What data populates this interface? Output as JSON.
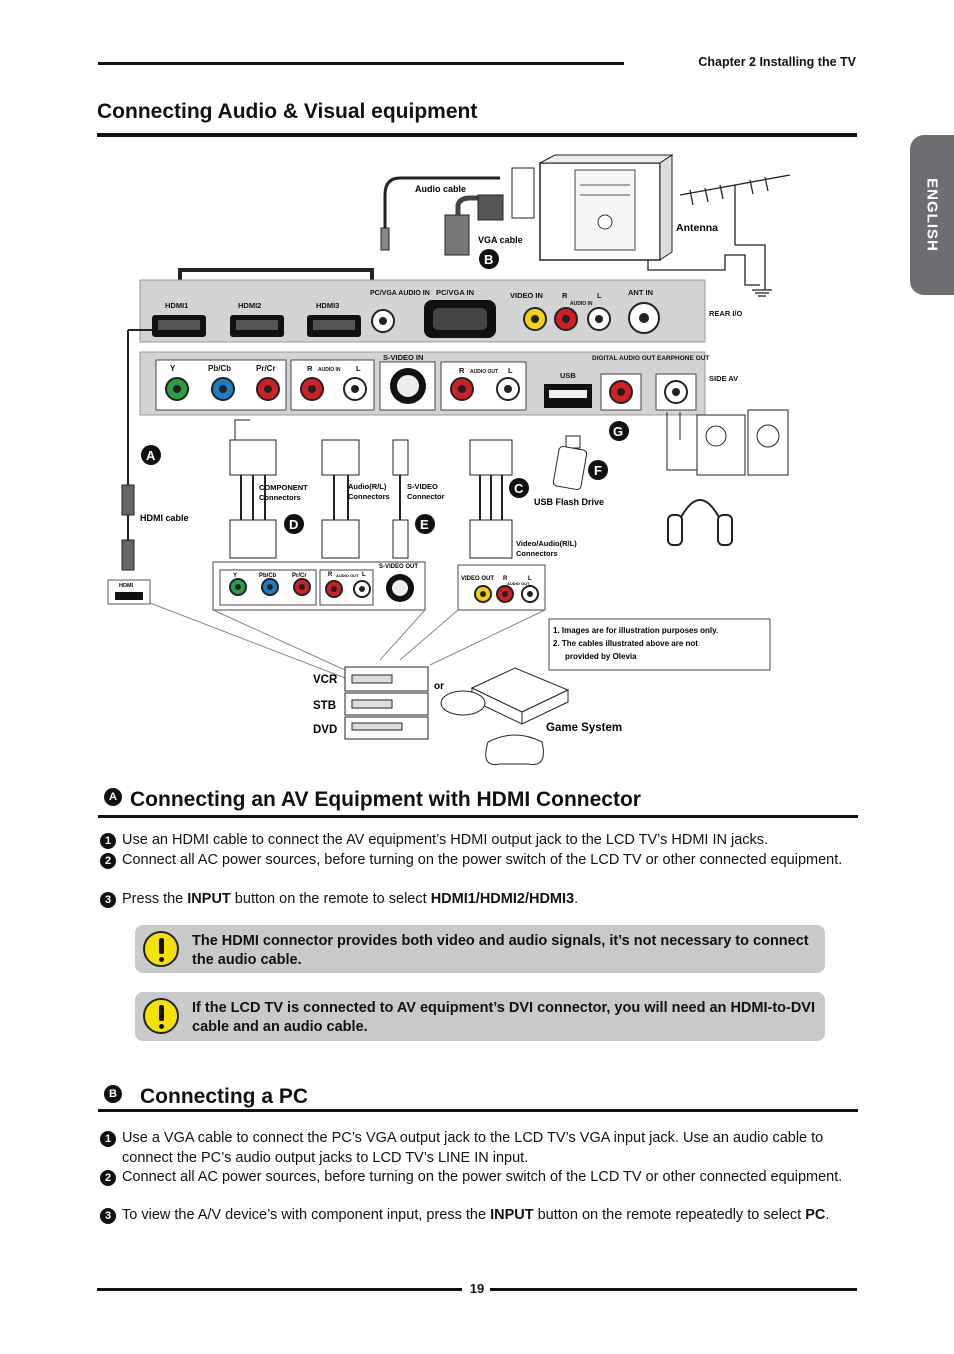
{
  "header": {
    "chapter": "Chapter 2 Installing the TV"
  },
  "side_tab": "ENGLISH",
  "page_title": "Connecting Audio & Visual equipment",
  "diagram": {
    "labels": {
      "audio_cable": "Audio cable",
      "vga_cable": "VGA cable",
      "antenna": "Antenna",
      "hdmi1": "HDMI1",
      "hdmi2": "HDMI2",
      "hdmi3": "HDMI3",
      "pcvga_audio_in": "PC/VGA AUDIO IN",
      "pcvga_in": "PC/VGA IN",
      "video_in": "VIDEO IN",
      "r": "R",
      "l": "L",
      "audio_in": "AUDIO IN",
      "ant_in": "ANT IN",
      "rear_io": "REAR I/O",
      "side_av": "SIDE AV",
      "svideo_in": "S-VIDEO IN",
      "audio_out": "AUDIO OUT",
      "usb": "USB",
      "digital_audio_out": "DIGITAL AUDIO OUT",
      "earphone_out": "EARPHONE OUT",
      "y": "Y",
      "pbcb": "Pb/Cb",
      "prcr": "Pr/Cr",
      "component_connectors": "COMPONENT Connectors",
      "audio_rl_connectors": "Audio(R/L) Connectors",
      "svideo_connector": "S-VIDEO Connector",
      "usb_flash_drive": "USB Flash Drive",
      "hdmi_cable": "HDMI cable",
      "hdmi": "HDMI",
      "video_audio_rl_connectors": "Video/Audio(R/L) Connectors",
      "svideo_out": "S-VIDEO OUT",
      "video_out": "VIDEO OUT",
      "vcr": "VCR",
      "stb": "STB",
      "dvd": "DVD",
      "or": "or",
      "game_system": "Game System",
      "note1": "1. Images are for illustration purposes only.",
      "note2": "2. The cables illustrated above are not",
      "note3": "provided by Olevia",
      "markers": [
        "A",
        "B",
        "C",
        "D",
        "E",
        "F",
        "G"
      ]
    }
  },
  "section_a": {
    "marker": "A",
    "title": "Connecting an AV Equipment with HDMI Connector",
    "steps": [
      {
        "n": "1",
        "text": "Use an HDMI cable to connect the AV equipment’s HDMI output jack to the LCD TV’s HDMI IN jacks."
      },
      {
        "n": "2",
        "text": "Connect all AC power sources, before turning on the power switch of the LCD TV or other connected equipment."
      },
      {
        "n": "3",
        "pre": "Press the ",
        "b1": "INPUT",
        "mid": " button on the remote to select ",
        "b2": "HDMI1/HDMI2/HDMI3",
        "post": "."
      }
    ],
    "notes": [
      "The HDMI connector provides both video and audio signals, it’s not necessary to connect the audio cable.",
      "If the LCD TV is connected to AV equipment’s DVI connector,  you will need an HDMI-to-DVI cable and an audio cable."
    ]
  },
  "section_b": {
    "marker": "B",
    "title": "Connecting a PC",
    "steps": [
      {
        "n": "1",
        "text": "Use a VGA cable to connect the PC’s VGA output jack to the LCD TV’s VGA input jack. Use an audio cable to connect the PC’s audio output jacks to LCD TV’s LINE IN input."
      },
      {
        "n": "2",
        "text": "Connect all AC power sources, before turning on the power switch of the LCD TV or other connected equipment."
      },
      {
        "n": "3",
        "pre": "To view the A/V device’s with component input, press the ",
        "b1": "INPUT",
        "mid": " button on the remote repeatedly to select ",
        "b2": "PC",
        "post": "."
      }
    ]
  },
  "page_number": "19"
}
